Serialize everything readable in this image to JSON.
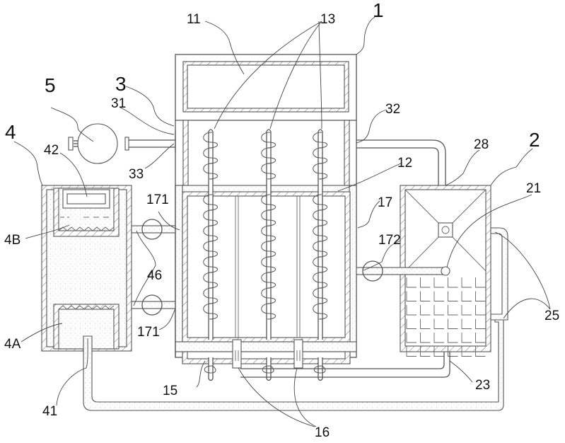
{
  "figure": {
    "type": "patent schematic",
    "labels": {
      "l1": "1",
      "l2": "2",
      "l3": "3",
      "l4": "4",
      "l5": "5",
      "l11": "11",
      "l12": "12",
      "l13": "13",
      "l15": "15",
      "l16": "16",
      "l17": "17",
      "l171a": "171",
      "l171b": "171",
      "l172": "172",
      "l21": "21",
      "l23": "23",
      "l25": "25",
      "l28": "28",
      "l31": "31",
      "l32": "32",
      "l33": "33",
      "l41": "41",
      "l42": "42",
      "l46": "46",
      "l4A": "4A",
      "l4B": "4B"
    },
    "components": [
      {
        "id": "1",
        "name": "main reactor housing"
      },
      {
        "id": "11",
        "name": "top chamber"
      },
      {
        "id": "12",
        "name": "reaction chamber"
      },
      {
        "id": "13",
        "name": "spiral heating rods",
        "count": 3
      },
      {
        "id": "15",
        "name": "bottom chamber"
      },
      {
        "id": "16",
        "name": "bottom connectors",
        "count": 2
      },
      {
        "id": "17",
        "name": "jacket pipe"
      },
      {
        "id": "171",
        "name": "valves to tank 4",
        "count": 2
      },
      {
        "id": "172",
        "name": "valve to tank 2"
      },
      {
        "id": "2",
        "name": "collection tank"
      },
      {
        "id": "21",
        "name": "inlet nozzle"
      },
      {
        "id": "23",
        "name": "bottom outlet pipe"
      },
      {
        "id": "25",
        "name": "side return pipes"
      },
      {
        "id": "28",
        "name": "top inlet"
      },
      {
        "id": "3",
        "name": "gas port assembly"
      },
      {
        "id": "31",
        "name": "port"
      },
      {
        "id": "32",
        "name": "gas pipe"
      },
      {
        "id": "33",
        "name": "port"
      },
      {
        "id": "4",
        "name": "storage tank"
      },
      {
        "id": "41",
        "name": "outlet pipe"
      },
      {
        "id": "42",
        "name": "display module"
      },
      {
        "id": "46",
        "name": "connection pipes"
      },
      {
        "id": "4A",
        "name": "lower compartment"
      },
      {
        "id": "4B",
        "name": "upper compartment"
      },
      {
        "id": "5",
        "name": "pump"
      }
    ]
  }
}
